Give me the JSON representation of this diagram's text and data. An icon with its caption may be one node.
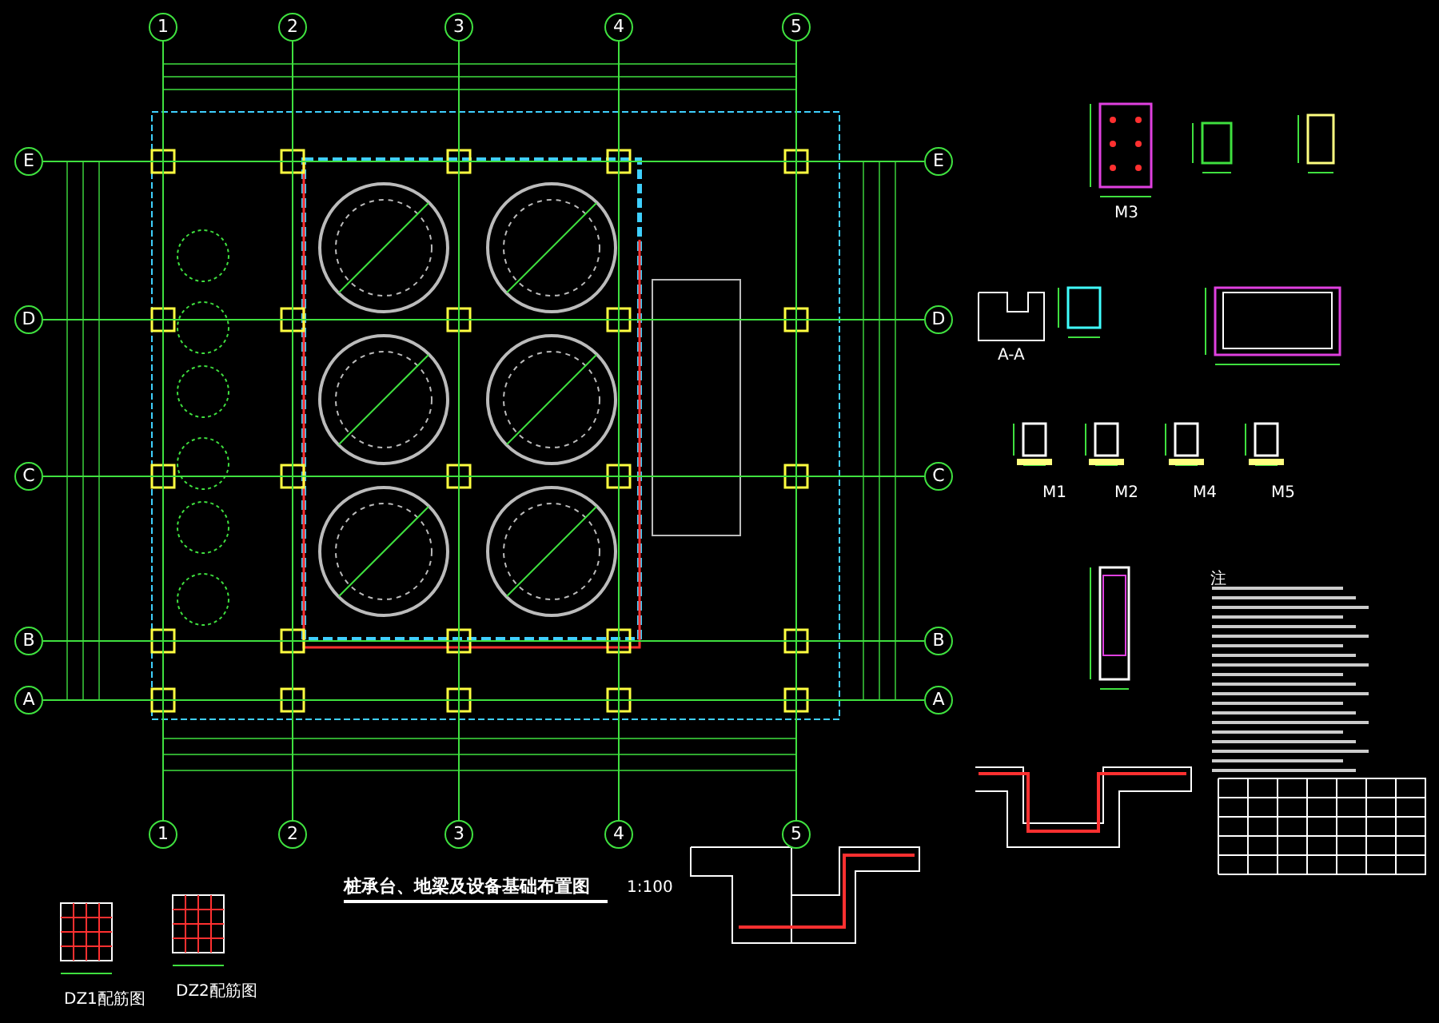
{
  "diagram": {
    "title": "桩承台、地梁及设备基础布置图",
    "nodes": [
      {
        "text": [
          "1"
        ]
      },
      {
        "text": [
          "2"
        ]
      },
      {
        "text": [
          "3"
        ]
      },
      {
        "text": [
          "4"
        ]
      },
      {
        "text": [
          "5"
        ]
      },
      {
        "text": [
          "E"
        ]
      },
      {
        "text": [
          "E"
        ]
      },
      {
        "text": [
          "D"
        ]
      },
      {
        "text": [
          "D"
        ]
      },
      {
        "text": [
          "C"
        ]
      },
      {
        "text": [
          "C"
        ]
      },
      {
        "text": [
          "B"
        ]
      },
      {
        "text": [
          "B"
        ]
      },
      {
        "text": [
          "A"
        ]
      },
      {
        "text": [
          "A"
        ]
      },
      {
        "text": [
          "1"
        ]
      },
      {
        "text": [
          "2"
        ]
      },
      {
        "text": [
          "3"
        ]
      },
      {
        "text": [
          "4"
        ]
      },
      {
        "text": [
          "5"
        ]
      }
    ],
    "labels": [
      "M3",
      "A-A",
      "M1",
      "M2",
      "M4",
      "M5",
      "注",
      "1:100",
      "DZ1配筋图",
      "DZ2配筋图"
    ]
  }
}
